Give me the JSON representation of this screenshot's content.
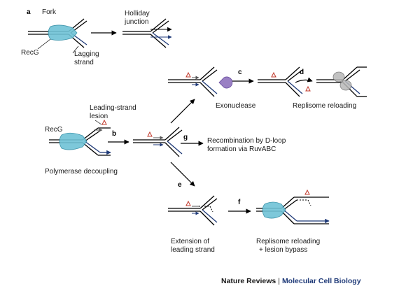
{
  "colors": {
    "dna": "#000000",
    "lagging": "#1f3a78",
    "recg": "#6fc3d6",
    "recg_dark": "#2d8aa3",
    "lesion": "#c0392b",
    "exonuclease": "#9a80c4",
    "replisome": "#8a8a8a"
  },
  "steps": {
    "a": "a",
    "b": "b",
    "c": "c",
    "d": "d",
    "e": "e",
    "f": "f",
    "g": "g"
  },
  "labels": {
    "fork": "Fork",
    "holliday_1": "Holliday",
    "holliday_2": "junction",
    "recg_a": "RecG",
    "lagging_1": "Lagging",
    "lagging_2": "strand",
    "leading_lesion_1": "Leading-strand",
    "leading_lesion_2": "lesion",
    "recg_b": "RecG",
    "polymerase_decoupling": "Polymerase decoupling",
    "exonuclease": "Exonuclease",
    "replisome_reloading": "Replisome reloading",
    "recombination_1": "Recombination by D-loop",
    "recombination_2": "formation via RuvABC",
    "extension_1": "Extension of",
    "extension_2": "leading strand",
    "reloading_bypass_1": "Replisome reloading",
    "reloading_bypass_2": "+ lesion bypass"
  },
  "credit": {
    "publisher": "Nature Reviews",
    "separator": "|",
    "journal": "Molecular Cell Biology"
  }
}
